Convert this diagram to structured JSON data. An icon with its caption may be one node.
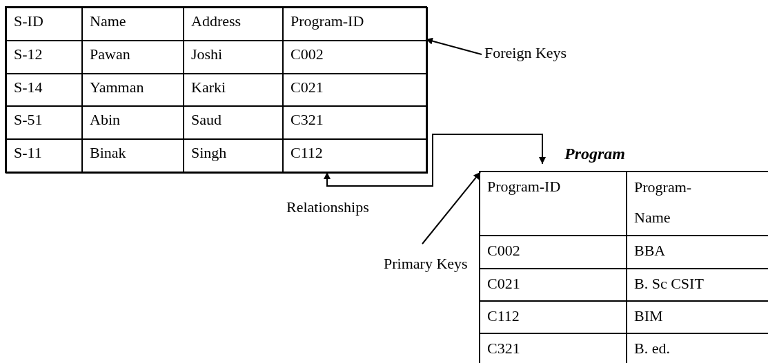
{
  "diagram": {
    "nodes": [
      {
        "text": [],
        "shape": "box"
      },
      {
        "text": [
          "Foreign Keys"
        ]
      },
      {
        "text": [
          "Program"
        ]
      },
      {
        "text": [
          "Primary Keys"
        ]
      }
    ],
    "edges": [
      {
        "from": 1,
        "to": 0,
        "arrow": "to"
      },
      {
        "from": 0,
        "to": 2,
        "arrow": "both",
        "label": "Relationships"
      },
      {
        "from": 3,
        "to": 2,
        "arrow": "to"
      }
    ],
    "labels": [
      "S-ID",
      "Name",
      "Address",
      "Program-ID",
      "S-12",
      "Pawan",
      "Joshi",
      "C002",
      "S-14",
      "Yamman",
      "Karki",
      "C021",
      "S-51",
      "Abin",
      "Saud",
      "C321",
      "S-11",
      "Binak",
      "Singh",
      "C112",
      "Program-ID",
      "Program-Name",
      "C002",
      "BBA",
      "C021",
      "B. Sc CSIT",
      "C112",
      "BIM",
      "C321",
      "B. ed."
    ]
  }
}
